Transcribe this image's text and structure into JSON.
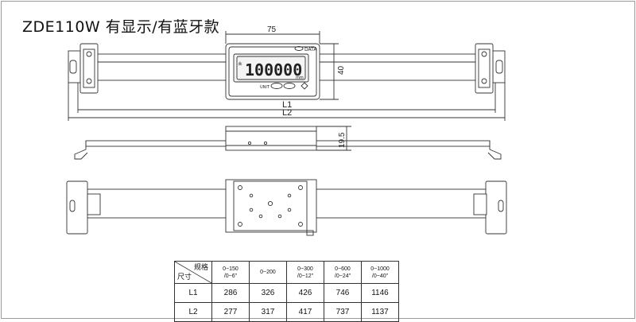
{
  "title": "ZDE110W 有显示/有蓝牙款",
  "display": {
    "reading": "100000",
    "unit": "mm",
    "sign": "±",
    "data_label": "DATA",
    "unit_button_label": "UNIT"
  },
  "dimensions": {
    "head_width": "75",
    "head_height": "40",
    "L1": "L1",
    "L2": "L2",
    "side_height": "19.5"
  },
  "table": {
    "header_spec": "规格",
    "header_size": "尺寸",
    "columns": [
      {
        "line1": "0~150",
        "line2": "/0~6\""
      },
      {
        "line1": "0~200",
        "line2": ""
      },
      {
        "line1": "0~300",
        "line2": "/0~12\""
      },
      {
        "line1": "0~600",
        "line2": "/0~24\""
      },
      {
        "line1": "0~1000",
        "line2": "/0~40\""
      }
    ],
    "rows": [
      {
        "label": "L1",
        "values": [
          "286",
          "326",
          "426",
          "746",
          "1146"
        ]
      },
      {
        "label": "L2",
        "values": [
          "277",
          "317",
          "417",
          "737",
          "1137"
        ]
      }
    ]
  }
}
